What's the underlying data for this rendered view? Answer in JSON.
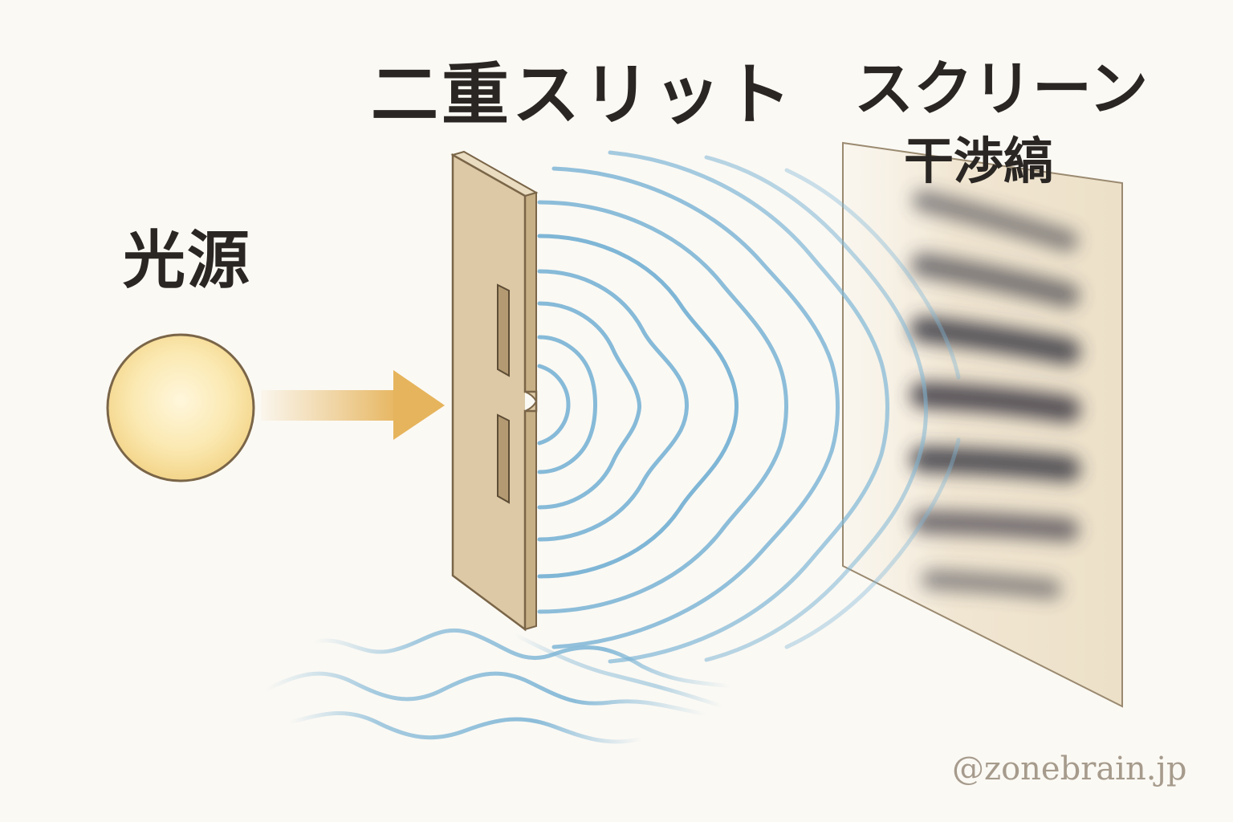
{
  "labels": {
    "light_source": "光源",
    "double_slit": "二重スリット",
    "screen": "スクリーン",
    "interference_fringes": "干渉縞"
  },
  "watermark": "@zonebrain.jp",
  "colors": {
    "background": "#fbf9f4",
    "light_source_fill": "#f9e3a4",
    "arrow": "#e6b45c",
    "slit_plate": "#ddc9a6",
    "wave": "#7fb6d6",
    "screen": "#f1e6d2",
    "fringe": "#3a3a44",
    "text": "#2a2623"
  },
  "interference_fringe_count": 7
}
